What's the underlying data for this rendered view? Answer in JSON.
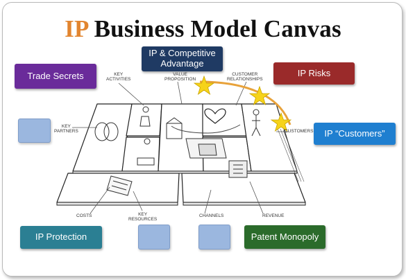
{
  "title": {
    "prefix": "IP",
    "rest": " Business Model Canvas"
  },
  "callouts": {
    "competitive": "IP & Competitive Advantage",
    "trade_secrets": "Trade Secrets",
    "ip_risks": "IP Risks",
    "customers": "IP “Customers”",
    "ip_protection": "IP Protection",
    "patent_monopoly": "Patent Monopoly"
  },
  "canvas_labels": {
    "key_activities": "KEY\nACTIVITIES",
    "value_proposition": "VALUE\nPROPOSITION",
    "customer_relationships": "CUSTOMER\nRELATIONSHIPS",
    "key_partners": "KEY\nPARTNERS",
    "customers": "CUSTOMERS",
    "costs": "COSTS",
    "key_resources": "KEY\nRESOURCES",
    "channels": "CHANNELS",
    "revenue": "REVENUE"
  },
  "colors": {
    "competitive": "#1f3a63",
    "trade_secrets": "#6a2b9a",
    "ip_risks": "#9a2a2a",
    "customers": "#1f7fd0",
    "ip_protection": "#2b7f93",
    "patent_monopoly": "#2b6b2b",
    "star": "#f6d31a",
    "arc": "#e8a23a"
  }
}
